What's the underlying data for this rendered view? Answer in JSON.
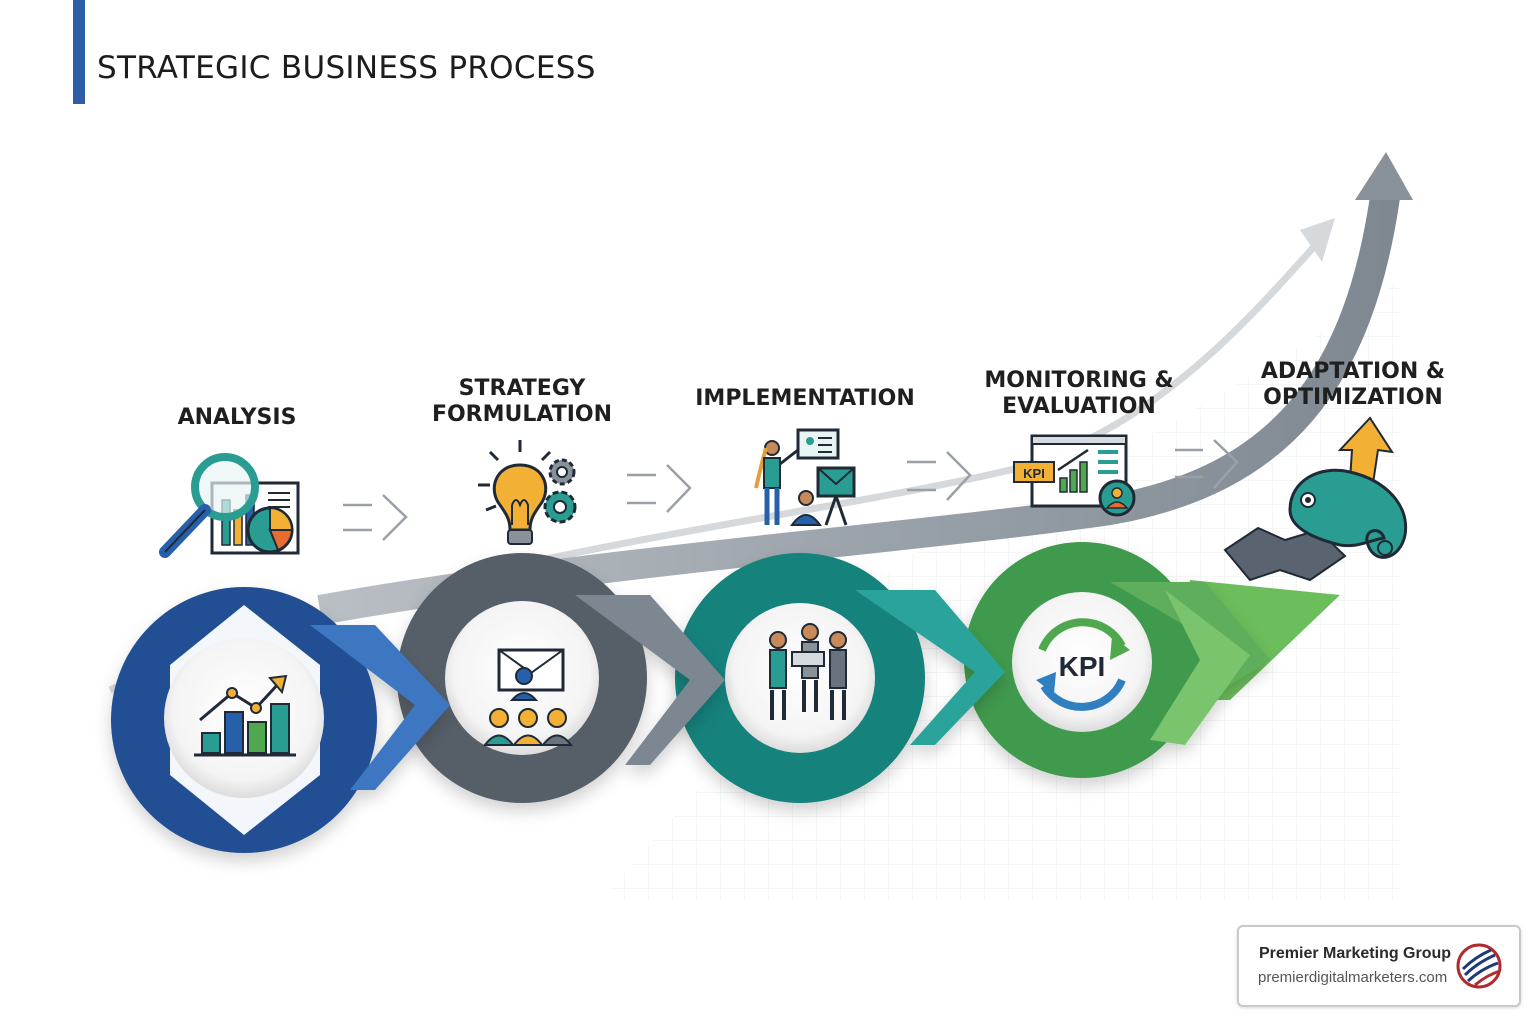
{
  "title": "STRATEGIC BUSINESS PROCESS",
  "steps": [
    {
      "label_lines": [
        "ANALYSIS"
      ],
      "icon": "magnifier-report-icon",
      "ring_icon": "bar-chart-trend-icon",
      "color": "#2660aa"
    },
    {
      "label_lines": [
        "STRATEGY",
        "FORMULATION"
      ],
      "icon": "lightbulb-gears-icon",
      "ring_icon": "team-presentation-icon",
      "color": "#69737f"
    },
    {
      "label_lines": [
        "IMPLEMENTATION"
      ],
      "icon": "people-presenting-icon",
      "ring_icon": "team-handshake-icon",
      "color": "#1b8c85"
    },
    {
      "label_lines": [
        "MONITORING &",
        "EVALUATION"
      ],
      "icon": "kpi-dashboard-icon",
      "ring_icon": "kpi-cycle-icon",
      "ring_text": "KPI",
      "badge_text": "KPI",
      "color": "#3f9a4e"
    },
    {
      "label_lines": [
        "ADAPTATION &",
        "OPTIMIZATION"
      ],
      "icon": "chameleon-arrow-icon",
      "color": "#6cbd5b"
    }
  ],
  "brand": {
    "name": "Premier Marketing Group",
    "url": "premierdigitalmarketers.com"
  },
  "colors": {
    "title_bar": "#2e5da6",
    "blue": "#2660aa",
    "gray": "#69737f",
    "teal": "#1b8c85",
    "green": "#3f9a4e",
    "light_green": "#6cbd5b",
    "trend_arrow": "#8a9299"
  }
}
